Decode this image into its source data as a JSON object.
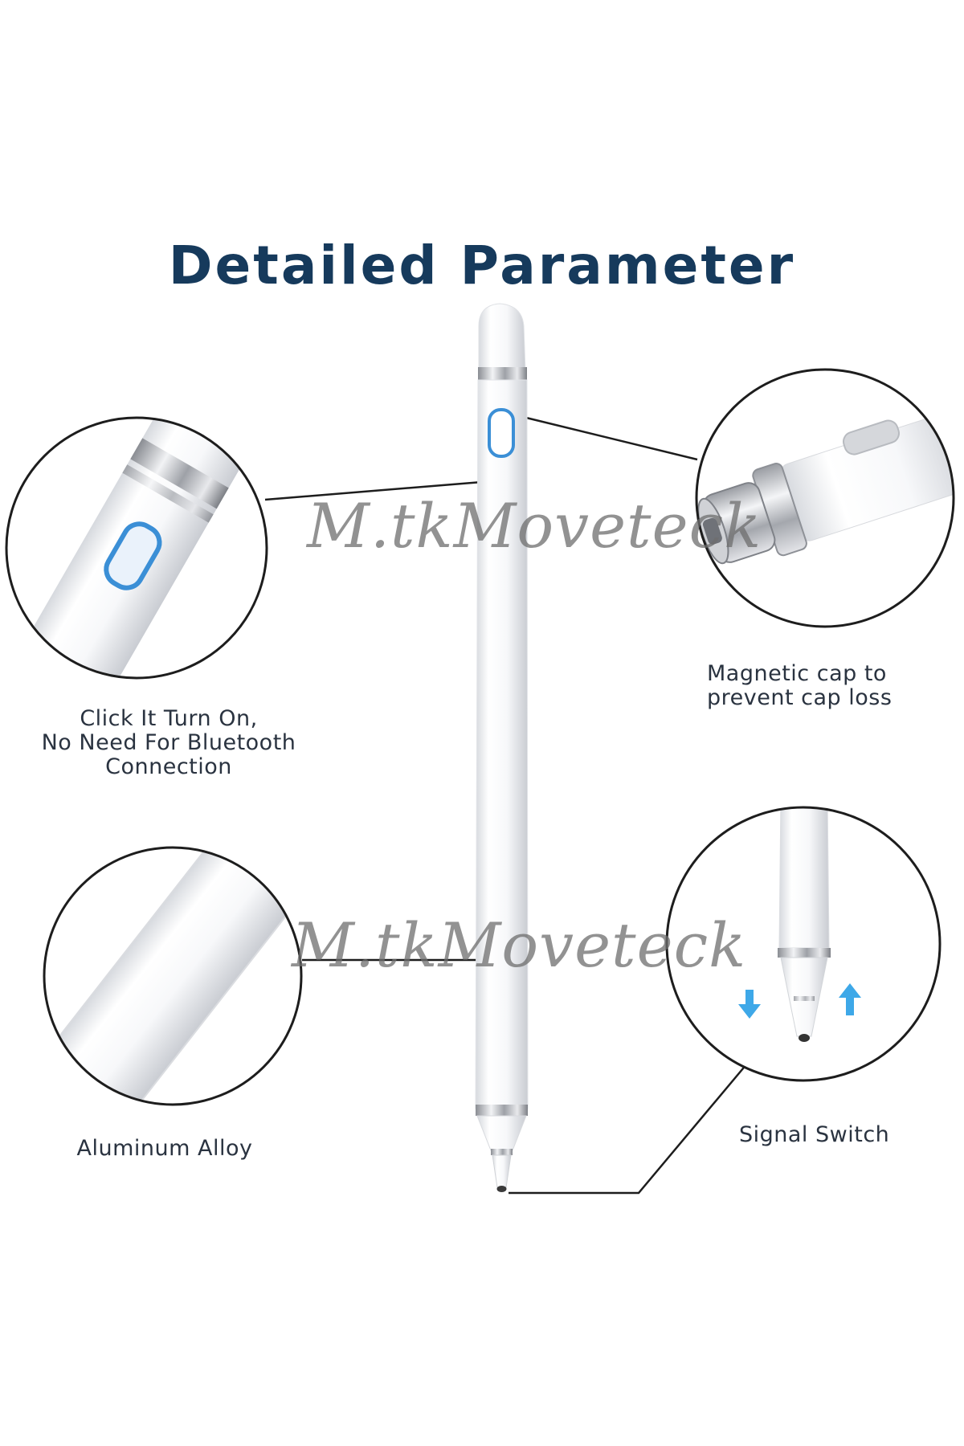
{
  "title": "Detailed Parameter",
  "features": [
    {
      "caption": "Click It Turn On,\nNo Need For Bluetooth\nConnection"
    },
    {
      "caption": "Magnetic cap to\nprevent cap loss"
    },
    {
      "caption": "Aluminum Alloy"
    },
    {
      "caption": "Signal Switch"
    }
  ],
  "watermark": "M.tkMoveteck",
  "colors": {
    "title": "#163a5c",
    "button_accent": "#3b8fd6",
    "arrow": "#3ea8e8",
    "watermark": "#6e6e6e"
  }
}
